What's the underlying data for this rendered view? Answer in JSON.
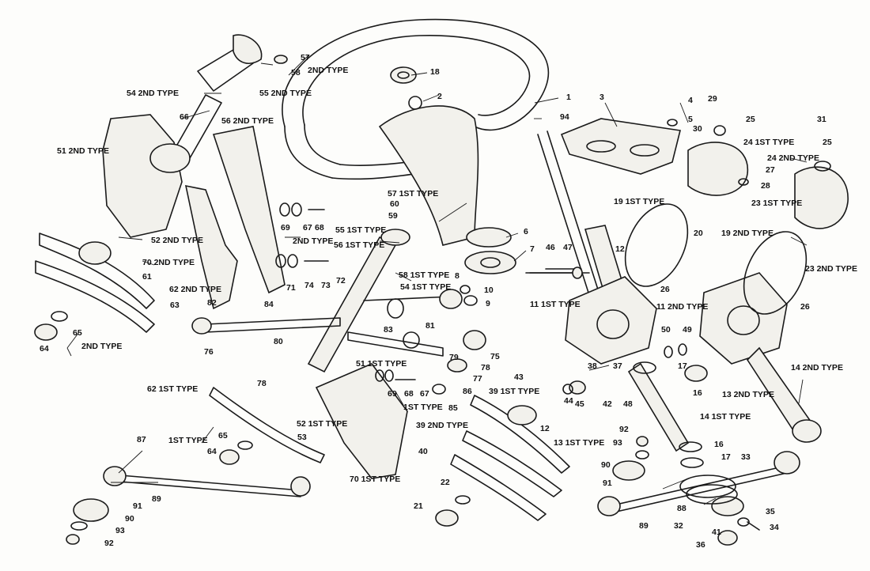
{
  "callouts": [
    {
      "id": "c1",
      "text": "1"
    },
    {
      "id": "c2",
      "text": "2"
    },
    {
      "id": "c3",
      "text": "3"
    },
    {
      "id": "c4",
      "text": "4"
    },
    {
      "id": "c5",
      "text": "5"
    },
    {
      "id": "c6",
      "text": "6"
    },
    {
      "id": "c7",
      "text": "7"
    },
    {
      "id": "c8",
      "text": "8"
    },
    {
      "id": "c9",
      "text": "9"
    },
    {
      "id": "c10",
      "text": "10"
    },
    {
      "id": "c11a",
      "text": "11 1ST TYPE"
    },
    {
      "id": "c11b",
      "text": "11 2ND TYPE"
    },
    {
      "id": "c12a",
      "text": "12"
    },
    {
      "id": "c12b",
      "text": "12"
    },
    {
      "id": "c13a",
      "text": "13 2ND TYPE"
    },
    {
      "id": "c13b",
      "text": "13 1ST TYPE"
    },
    {
      "id": "c14a",
      "text": "14 2ND TYPE"
    },
    {
      "id": "c14b",
      "text": "14 1ST TYPE"
    },
    {
      "id": "c16a",
      "text": "16"
    },
    {
      "id": "c16b",
      "text": "16"
    },
    {
      "id": "c17a",
      "text": "17"
    },
    {
      "id": "c17b",
      "text": "17"
    },
    {
      "id": "c18",
      "text": "18"
    },
    {
      "id": "c19a",
      "text": "19 1ST TYPE"
    },
    {
      "id": "c19b",
      "text": "19 2ND TYPE"
    },
    {
      "id": "c20",
      "text": "20"
    },
    {
      "id": "c21",
      "text": "21"
    },
    {
      "id": "c22",
      "text": "22"
    },
    {
      "id": "c23a",
      "text": "23 1ST TYPE"
    },
    {
      "id": "c23b",
      "text": "23 2ND TYPE"
    },
    {
      "id": "c24a",
      "text": "24 1ST TYPE"
    },
    {
      "id": "c24b",
      "text": "24 2ND TYPE"
    },
    {
      "id": "c25a",
      "text": "25"
    },
    {
      "id": "c25b",
      "text": "25"
    },
    {
      "id": "c26a",
      "text": "26"
    },
    {
      "id": "c26b",
      "text": "26"
    },
    {
      "id": "c27",
      "text": "27"
    },
    {
      "id": "c28",
      "text": "28"
    },
    {
      "id": "c29",
      "text": "29"
    },
    {
      "id": "c30",
      "text": "30"
    },
    {
      "id": "c31",
      "text": "31"
    },
    {
      "id": "c32",
      "text": "32"
    },
    {
      "id": "c33",
      "text": "33"
    },
    {
      "id": "c34",
      "text": "34"
    },
    {
      "id": "c35",
      "text": "35"
    },
    {
      "id": "c36",
      "text": "36"
    },
    {
      "id": "c37",
      "text": "37"
    },
    {
      "id": "c38",
      "text": "38"
    },
    {
      "id": "c39a",
      "text": "39 1ST TYPE"
    },
    {
      "id": "c39b",
      "text": "39 2ND TYPE"
    },
    {
      "id": "c40",
      "text": "40"
    },
    {
      "id": "c41",
      "text": "41"
    },
    {
      "id": "c42",
      "text": "42"
    },
    {
      "id": "c43",
      "text": "43"
    },
    {
      "id": "c44",
      "text": "44"
    },
    {
      "id": "c45",
      "text": "45"
    },
    {
      "id": "c46",
      "text": "46"
    },
    {
      "id": "c47",
      "text": "47"
    },
    {
      "id": "c48",
      "text": "48"
    },
    {
      "id": "c49",
      "text": "49"
    },
    {
      "id": "c50",
      "text": "50"
    },
    {
      "id": "c51a",
      "text": "51 2ND TYPE"
    },
    {
      "id": "c51b",
      "text": "51 1ST TYPE"
    },
    {
      "id": "c52a",
      "text": "52 2ND TYPE"
    },
    {
      "id": "c52b",
      "text": "52 1ST TYPE"
    },
    {
      "id": "c53",
      "text": "53"
    },
    {
      "id": "c54a",
      "text": "54 2ND TYPE"
    },
    {
      "id": "c54b",
      "text": "54 1ST TYPE"
    },
    {
      "id": "c55a",
      "text": "55 2ND TYPE"
    },
    {
      "id": "c55b",
      "text": "55 1ST TYPE"
    },
    {
      "id": "c56a",
      "text": "56 2ND TYPE"
    },
    {
      "id": "c56b",
      "text": "56 1ST TYPE"
    },
    {
      "id": "c57a",
      "text": "57"
    },
    {
      "id": "c57b",
      "text": "57 1ST TYPE"
    },
    {
      "id": "c57c",
      "text": "2ND TYPE"
    },
    {
      "id": "c58a",
      "text": "58"
    },
    {
      "id": "c58b",
      "text": "58 1ST TYPE"
    },
    {
      "id": "c59",
      "text": "59"
    },
    {
      "id": "c60",
      "text": "60"
    },
    {
      "id": "c61",
      "text": "61"
    },
    {
      "id": "c62a",
      "text": "62 2ND TYPE"
    },
    {
      "id": "c62b",
      "text": "62 1ST TYPE"
    },
    {
      "id": "c63",
      "text": "63"
    },
    {
      "id": "c64a",
      "text": "64"
    },
    {
      "id": "c64b",
      "text": "64"
    },
    {
      "id": "c65a",
      "text": "65"
    },
    {
      "id": "c65b",
      "text": "65"
    },
    {
      "id": "c65t",
      "text": "2ND TYPE"
    },
    {
      "id": "c67a",
      "text": "67"
    },
    {
      "id": "c67b",
      "text": "67"
    },
    {
      "id": "c68a",
      "text": "68"
    },
    {
      "id": "c68b",
      "text": "68"
    },
    {
      "id": "c69a",
      "text": "69"
    },
    {
      "id": "c69b",
      "text": "69"
    },
    {
      "id": "c69t",
      "text": "2ND TYPE"
    },
    {
      "id": "c69u",
      "text": "1ST TYPE"
    },
    {
      "id": "c66",
      "text": "66"
    },
    {
      "id": "c70a",
      "text": "70 2ND TYPE"
    },
    {
      "id": "c70b",
      "text": "70 1ST TYPE"
    },
    {
      "id": "c71",
      "text": "71"
    },
    {
      "id": "c72",
      "text": "72"
    },
    {
      "id": "c73",
      "text": "73"
    },
    {
      "id": "c74",
      "text": "74"
    },
    {
      "id": "c75",
      "text": "75"
    },
    {
      "id": "c76",
      "text": "76"
    },
    {
      "id": "c77",
      "text": "77"
    },
    {
      "id": "c78a",
      "text": "78"
    },
    {
      "id": "c78b",
      "text": "78"
    },
    {
      "id": "c79",
      "text": "79"
    },
    {
      "id": "c80",
      "text": "80"
    },
    {
      "id": "c81",
      "text": "81"
    },
    {
      "id": "c82",
      "text": "82"
    },
    {
      "id": "c83",
      "text": "83"
    },
    {
      "id": "c84",
      "text": "84"
    },
    {
      "id": "c85",
      "text": "85"
    },
    {
      "id": "c86",
      "text": "86"
    },
    {
      "id": "c87",
      "text": "87"
    },
    {
      "id": "c88",
      "text": "88"
    },
    {
      "id": "c89a",
      "text": "89"
    },
    {
      "id": "c89b",
      "text": "89"
    },
    {
      "id": "c90a",
      "text": "90"
    },
    {
      "id": "c90b",
      "text": "90"
    },
    {
      "id": "c91a",
      "text": "91"
    },
    {
      "id": "c91b",
      "text": "91"
    },
    {
      "id": "c92a",
      "text": "92"
    },
    {
      "id": "c92b",
      "text": "92"
    },
    {
      "id": "c93a",
      "text": "93"
    },
    {
      "id": "c93b",
      "text": "93"
    },
    {
      "id": "c94",
      "text": "94"
    },
    {
      "id": "c1st",
      "text": "1ST TYPE"
    }
  ]
}
